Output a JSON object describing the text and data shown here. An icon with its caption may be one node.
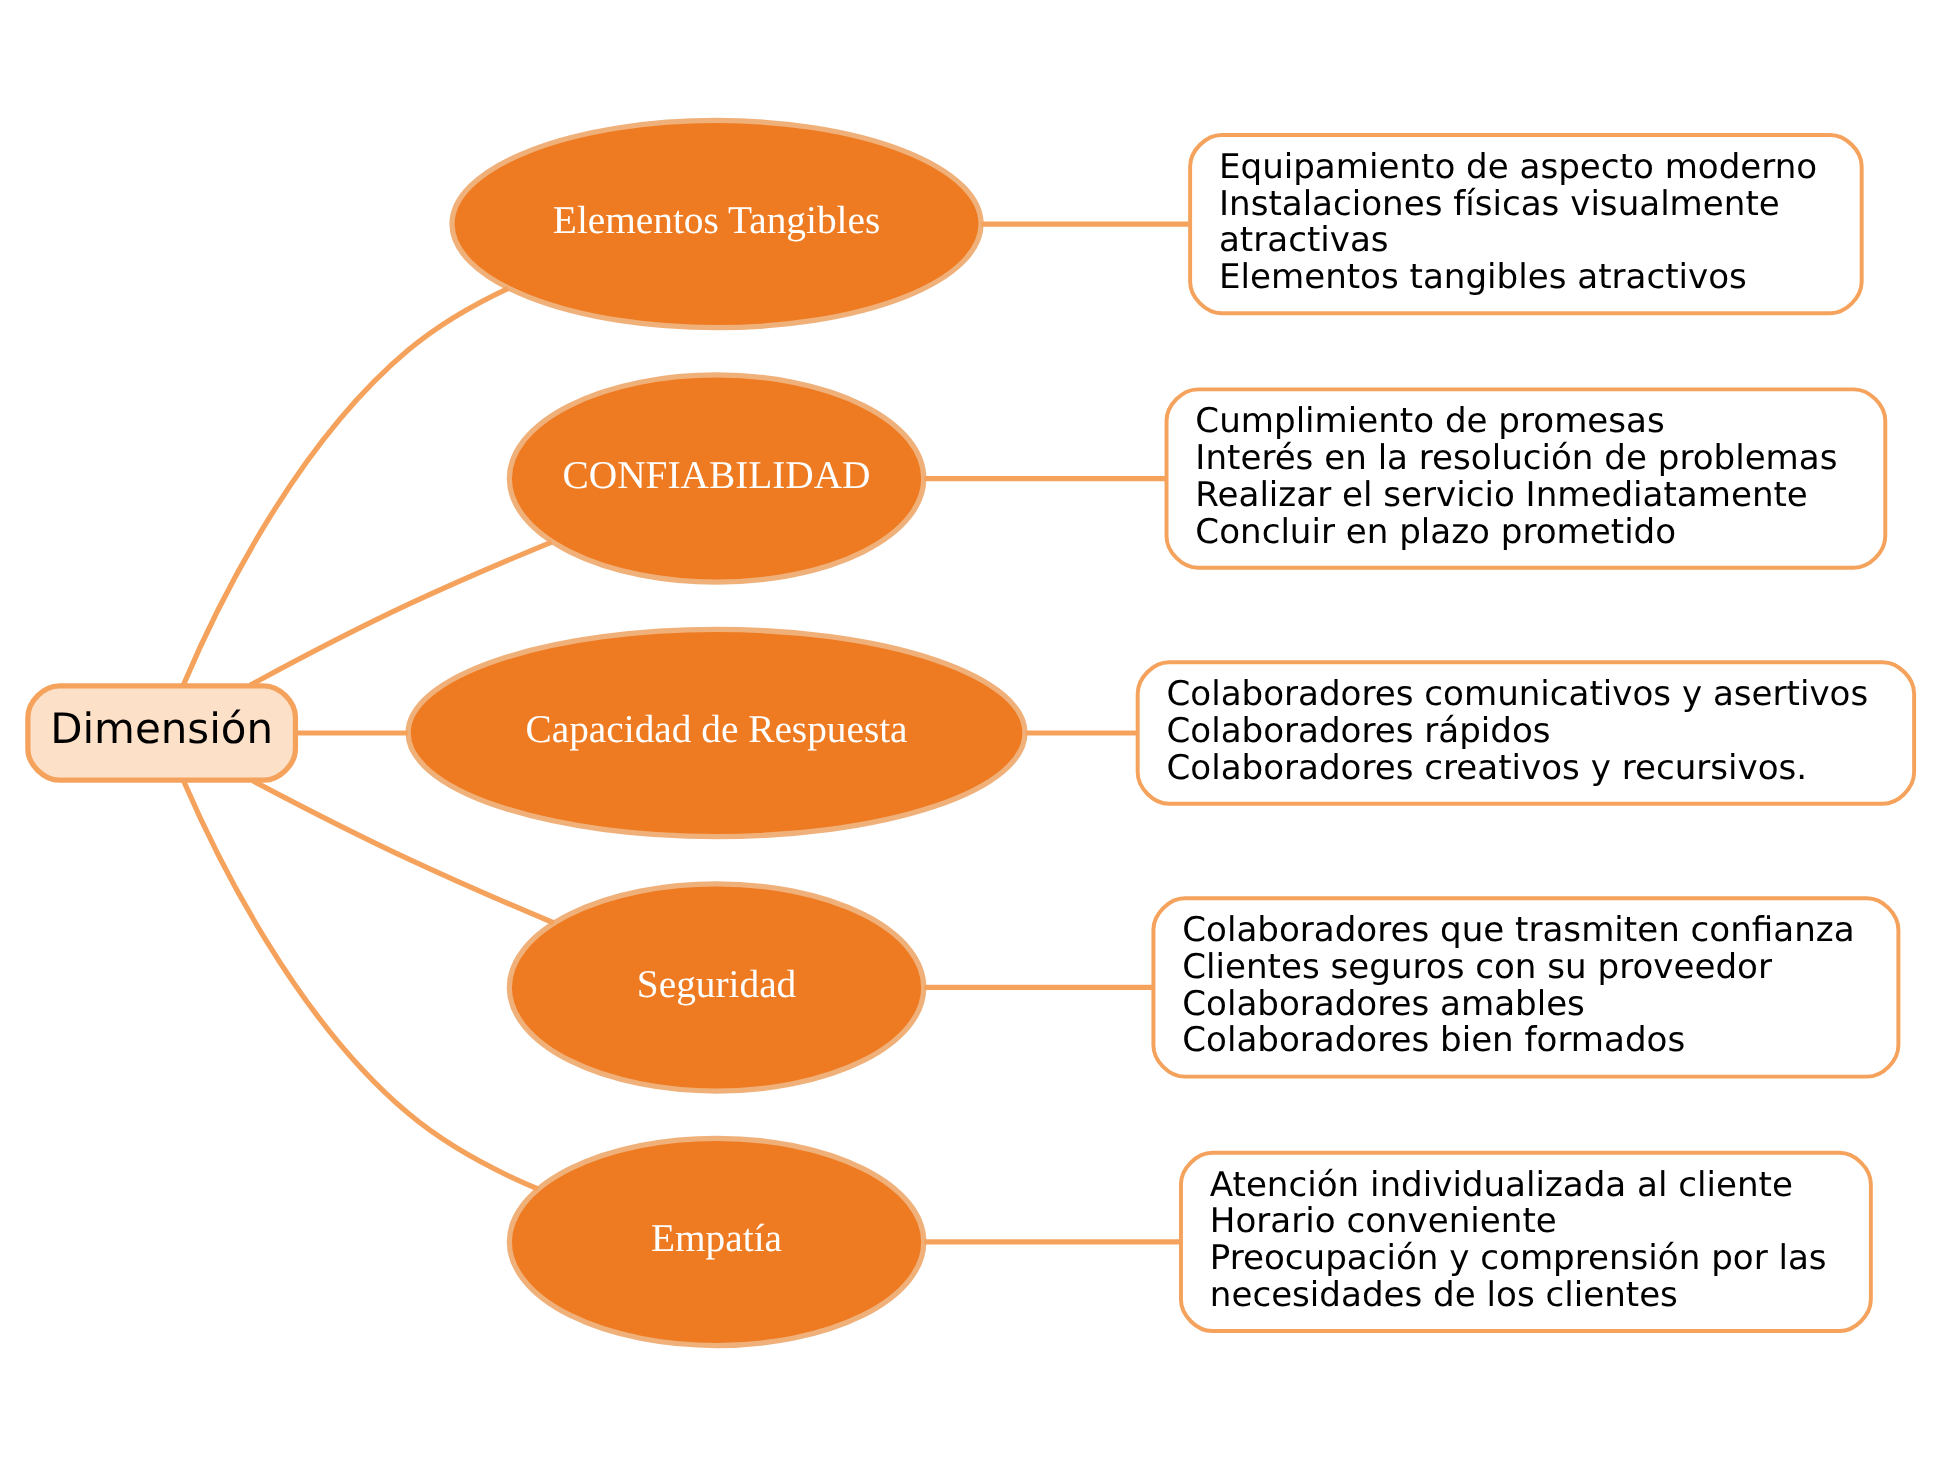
{
  "diagram": {
    "nodes": [
      {
        "text": [
          "Dimensión"
        ]
      },
      {
        "text": [
          "Elementos Tangibles"
        ]
      },
      {
        "text": [
          "CONFIABILIDAD"
        ]
      },
      {
        "text": [
          "Capacidad de Respuesta"
        ]
      },
      {
        "text": [
          "Seguridad"
        ]
      },
      {
        "text": [
          "Empatía"
        ]
      },
      {
        "text": [
          "Equipamiento de aspecto moderno",
          "Instalaciones físicas visualmente atractivas",
          "Elementos tangibles atractivos"
        ]
      },
      {
        "text": [
          "Cumplimiento de promesas",
          "Interés en la resolución de problemas",
          "Realizar el servicio Inmediatamente",
          "Concluir en plazo prometido"
        ]
      },
      {
        "text": [
          "Colaboradores comunicativos y asertivos",
          "Colaboradores rápidos",
          "Colaboradores creativos y recursivos."
        ]
      },
      {
        "text": [
          "Colaboradores que trasmiten confianza",
          "Clientes seguros con su proveedor",
          "Colaboradores amables",
          "Colaboradores bien formados"
        ]
      },
      {
        "text": [
          "Atención individualizada al cliente",
          "Horario conveniente",
          "Preocupación y comprensión por las necesidades de los clientes"
        ]
      }
    ],
    "edges": [
      {
        "from": 0,
        "to": 1,
        "arrow": "none"
      },
      {
        "from": 0,
        "to": 2,
        "arrow": "none"
      },
      {
        "from": 0,
        "to": 3,
        "arrow": "none"
      },
      {
        "from": 0,
        "to": 4,
        "arrow": "none"
      },
      {
        "from": 0,
        "to": 5,
        "arrow": "none"
      },
      {
        "from": 1,
        "to": 6,
        "arrow": "none"
      },
      {
        "from": 2,
        "to": 7,
        "arrow": "none"
      },
      {
        "from": 3,
        "to": 8,
        "arrow": "none"
      },
      {
        "from": 4,
        "to": 9,
        "arrow": "none"
      },
      {
        "from": 5,
        "to": 10,
        "arrow": "none"
      }
    ]
  }
}
